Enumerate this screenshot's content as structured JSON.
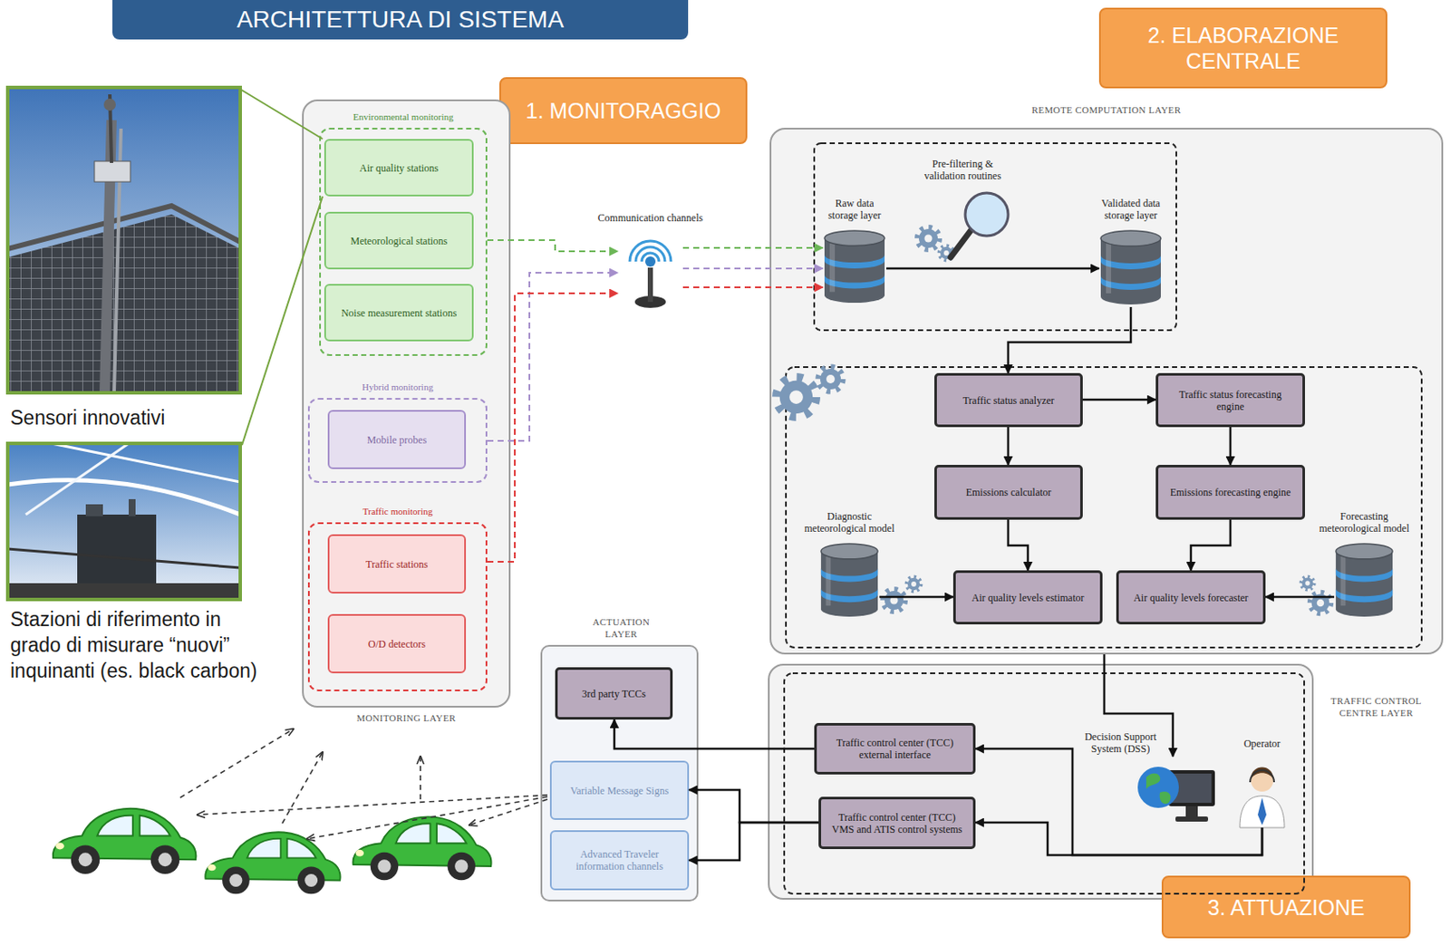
{
  "diagram": {
    "title": "ARCHITETTURA DI SISTEMA",
    "nodes": [
      {
        "text": [
          "1. MONITORAGGIO"
        ]
      },
      {
        "text": [
          "2. ELABORAZIONE CENTRALE"
        ]
      },
      {
        "text": [
          "MONITORING LAYER"
        ]
      },
      {
        "text": [
          "Environmental monitoring"
        ],
        "in": 2
      },
      {
        "text": [
          "Air quality stations"
        ],
        "in": 3
      },
      {
        "text": [
          "Meteorological stations"
        ],
        "in": 3
      },
      {
        "text": [
          "Noise measurement stations"
        ],
        "in": 3
      },
      {
        "text": [
          "Hybrid monitoring"
        ],
        "in": 2
      },
      {
        "text": [
          "Mobile probes"
        ],
        "in": 7
      },
      {
        "text": [
          "Traffic monitoring"
        ],
        "in": 2
      },
      {
        "text": [
          "Traffic stations"
        ],
        "in": 9
      },
      {
        "text": [
          "O/D detectors"
        ],
        "in": 9
      },
      {
        "text": [
          "Communication channels"
        ]
      },
      {
        "text": [
          "REMOTE COMPUTATION LAYER"
        ]
      },
      {
        "text": [
          "Raw data storage layer"
        ],
        "in": 13
      },
      {
        "text": [
          "Validated data storage layer"
        ],
        "in": 13
      },
      {
        "text": [
          "Traffic status analyzer"
        ],
        "in": 13
      },
      {
        "text": [
          "Traffic status forecasting engine"
        ],
        "in": 13
      },
      {
        "text": [
          "Emissions calculator"
        ],
        "in": 13
      },
      {
        "text": [
          "Emissions forecasting engine"
        ],
        "in": 13
      },
      {
        "text": [
          "Diagnostic meteorological model"
        ],
        "in": 13
      },
      {
        "text": [
          "Air quality levels estimator"
        ],
        "in": 13
      },
      {
        "text": [
          "Air quality levels forecaster"
        ],
        "in": 13
      },
      {
        "text": [
          "Forecasting meteorological model"
        ],
        "in": 13
      },
      {
        "text": [
          "ACTUATION LAYER"
        ]
      },
      {
        "text": [
          "3rd party TCCs"
        ],
        "in": 24
      },
      {
        "text": [
          "Variable Message Signs"
        ],
        "in": 24
      },
      {
        "text": [
          "Advanced Traveler information channels"
        ],
        "in": 24
      },
      {
        "text": [
          "TRAFFIC CONTROL CENTRE LAYER"
        ]
      },
      {
        "text": [
          "Traffic control center (TCC) external interface"
        ],
        "in": 28
      },
      {
        "text": [
          "Traffic control center (TCC) VMS and ATIS control systems"
        ],
        "in": 28
      },
      {
        "text": [
          "Decision Support System (DSS)"
        ],
        "in": 28
      },
      {
        "text": [
          "Operator"
        ],
        "in": 28
      },
      {
        "text": [
          "3. ATTUAZIONE"
        ]
      }
    ],
    "edges": [
      {
        "from": 3,
        "to": 12,
        "arrow": "to"
      },
      {
        "from": 7,
        "to": 12,
        "arrow": "to"
      },
      {
        "from": 9,
        "to": 12,
        "arrow": "to"
      },
      {
        "from": 12,
        "to": 14,
        "arrow": "to"
      },
      {
        "from": 12,
        "to": 14,
        "arrow": "to"
      },
      {
        "from": 12,
        "to": 14,
        "arrow": "to"
      },
      {
        "from": 14,
        "to": 15,
        "arrow": "to"
      },
      {
        "from": 15,
        "to": 16,
        "arrow": "to"
      },
      {
        "from": 16,
        "to": 17,
        "arrow": "to"
      },
      {
        "from": 16,
        "to": 18,
        "arrow": "to"
      },
      {
        "from": 17,
        "to": 19,
        "arrow": "to"
      },
      {
        "from": 18,
        "to": 21,
        "arrow": "to"
      },
      {
        "from": 19,
        "to": 22,
        "arrow": "to"
      },
      {
        "from": 20,
        "to": 21,
        "arrow": "to"
      },
      {
        "from": 23,
        "to": 22,
        "arrow": "to"
      },
      {
        "from": 13,
        "to": 31,
        "arrow": "to"
      },
      {
        "from": 32,
        "to": 29,
        "arrow": "to"
      },
      {
        "from": 32,
        "to": 30,
        "arrow": "to"
      },
      {
        "from": 29,
        "to": 25,
        "arrow": "to"
      },
      {
        "from": 30,
        "to": 26,
        "arrow": "to"
      },
      {
        "from": 30,
        "to": 27,
        "arrow": "to"
      }
    ],
    "labels": [
      "Sensori innovativi",
      "Stazioni di riferimento in grado di misurare “nuovi” inquinanti (es. black carbon)",
      "Pre-filtering & validation routines"
    ]
  }
}
